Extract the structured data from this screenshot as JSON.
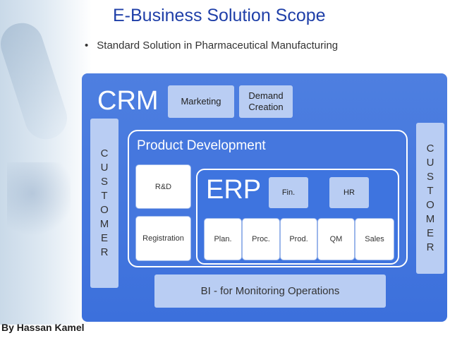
{
  "title": "E-Business Solution Scope",
  "bullet": {
    "marker": "•",
    "text": "Standard Solution in Pharmaceutical Manufacturing"
  },
  "crm": {
    "label": "CRM",
    "marketing": "Marketing",
    "demand_creation": "Demand\nCreation",
    "customer_letters": [
      "C",
      "U",
      "S",
      "T",
      "O",
      "M",
      "E",
      "R"
    ]
  },
  "product_development": {
    "label": "Product Development",
    "rd": "R&D",
    "registration": "Registration"
  },
  "erp": {
    "label": "ERP",
    "fin": "Fin.",
    "hr": "HR",
    "modules": [
      "Plan.",
      "Proc.",
      "Prod.",
      "QM",
      "Sales"
    ]
  },
  "bi": "BI  - for Monitoring Operations",
  "footer": "By Hassan Kamel",
  "colors": {
    "title": "#1f3fa8",
    "crm_panel": "#3c70dc",
    "light_box": "#b9cdf3",
    "inner_panel": "#4577de"
  }
}
